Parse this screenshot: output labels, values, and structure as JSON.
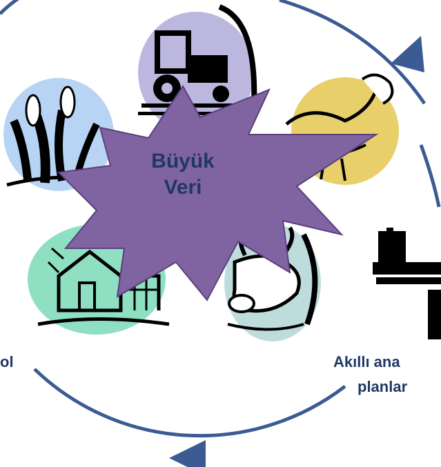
{
  "center": {
    "line1": "Büyük",
    "line2": "Veri"
  },
  "labels": {
    "left": "ol",
    "right_line1": "Akıllı ana",
    "right_line2": "planlar"
  },
  "icons": [
    "tractor-icon",
    "corn-icon",
    "rooster-icon",
    "greenhouse-icon",
    "cow-icon",
    "computer-icon"
  ],
  "colors": {
    "cycle": "#3b5b92",
    "burst_fill": "#8064a2",
    "burst_stroke": "#5a3f7a",
    "text": "#1f3864",
    "tractor_bg": "#bcb7de",
    "corn_bg": "#b7d4f5",
    "rooster_bg": "#e8cf6a",
    "greenhouse_bg": "#8fe0c3",
    "cow_bg": "#bfdcdc"
  }
}
